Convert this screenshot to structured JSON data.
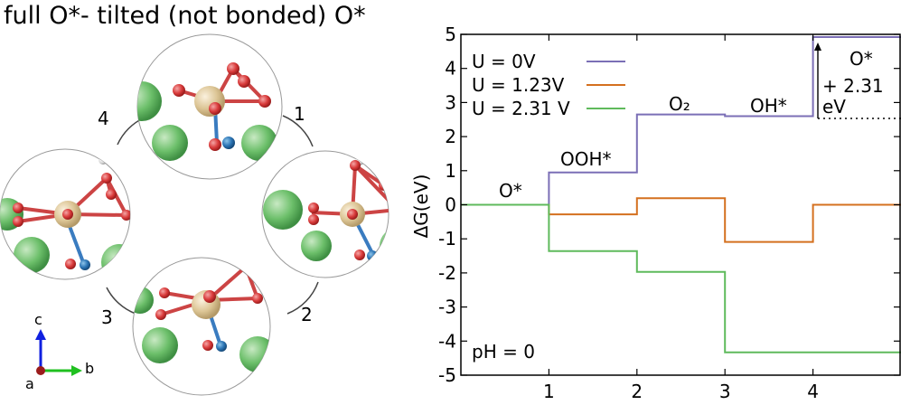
{
  "figure": {
    "title": "full O*- tilted (not bonded) O*"
  },
  "structures": {
    "site_labels": [
      "1",
      "2",
      "3",
      "4"
    ],
    "axes": {
      "c": "c",
      "a": "a",
      "b": "b"
    }
  },
  "chart_data": {
    "type": "line",
    "step": true,
    "title": "",
    "xlabel": "",
    "ylabel": "ΔG(eV)",
    "xlim": [
      0,
      5
    ],
    "ylim": [
      -5,
      5
    ],
    "xticks": [
      1,
      2,
      3,
      4
    ],
    "xtick_labels": [
      "1",
      "2",
      "3",
      "4"
    ],
    "yticks": [
      5,
      4,
      3,
      2,
      1,
      0,
      -1,
      -2,
      -3,
      -4,
      -5
    ],
    "ytick_labels": [
      "5",
      "4",
      "3",
      "2",
      "1",
      "0",
      "-1",
      "-2",
      "-3",
      "-4",
      "-5"
    ],
    "grid": false,
    "legend_position": "top-left",
    "series": [
      {
        "name": "U = 0V",
        "color": "#7b6fb6",
        "values": [
          0.0,
          0.95,
          2.65,
          2.6,
          4.92
        ]
      },
      {
        "name": "U = 1.23V",
        "color": "#d4701f",
        "values": [
          0.0,
          -0.28,
          0.19,
          -1.09,
          0.0
        ]
      },
      {
        "name": "U = 2.31 V",
        "color": "#5fba5c",
        "values": [
          0.0,
          -1.36,
          -1.97,
          -4.33,
          -4.33
        ]
      }
    ],
    "intermediates": [
      "O*",
      "OOH*",
      "O₂",
      "OH*",
      "O*"
    ],
    "annotations": {
      "energy_line1": "+ 2.31",
      "energy_line2": "eV",
      "ph": "pH = 0"
    }
  }
}
